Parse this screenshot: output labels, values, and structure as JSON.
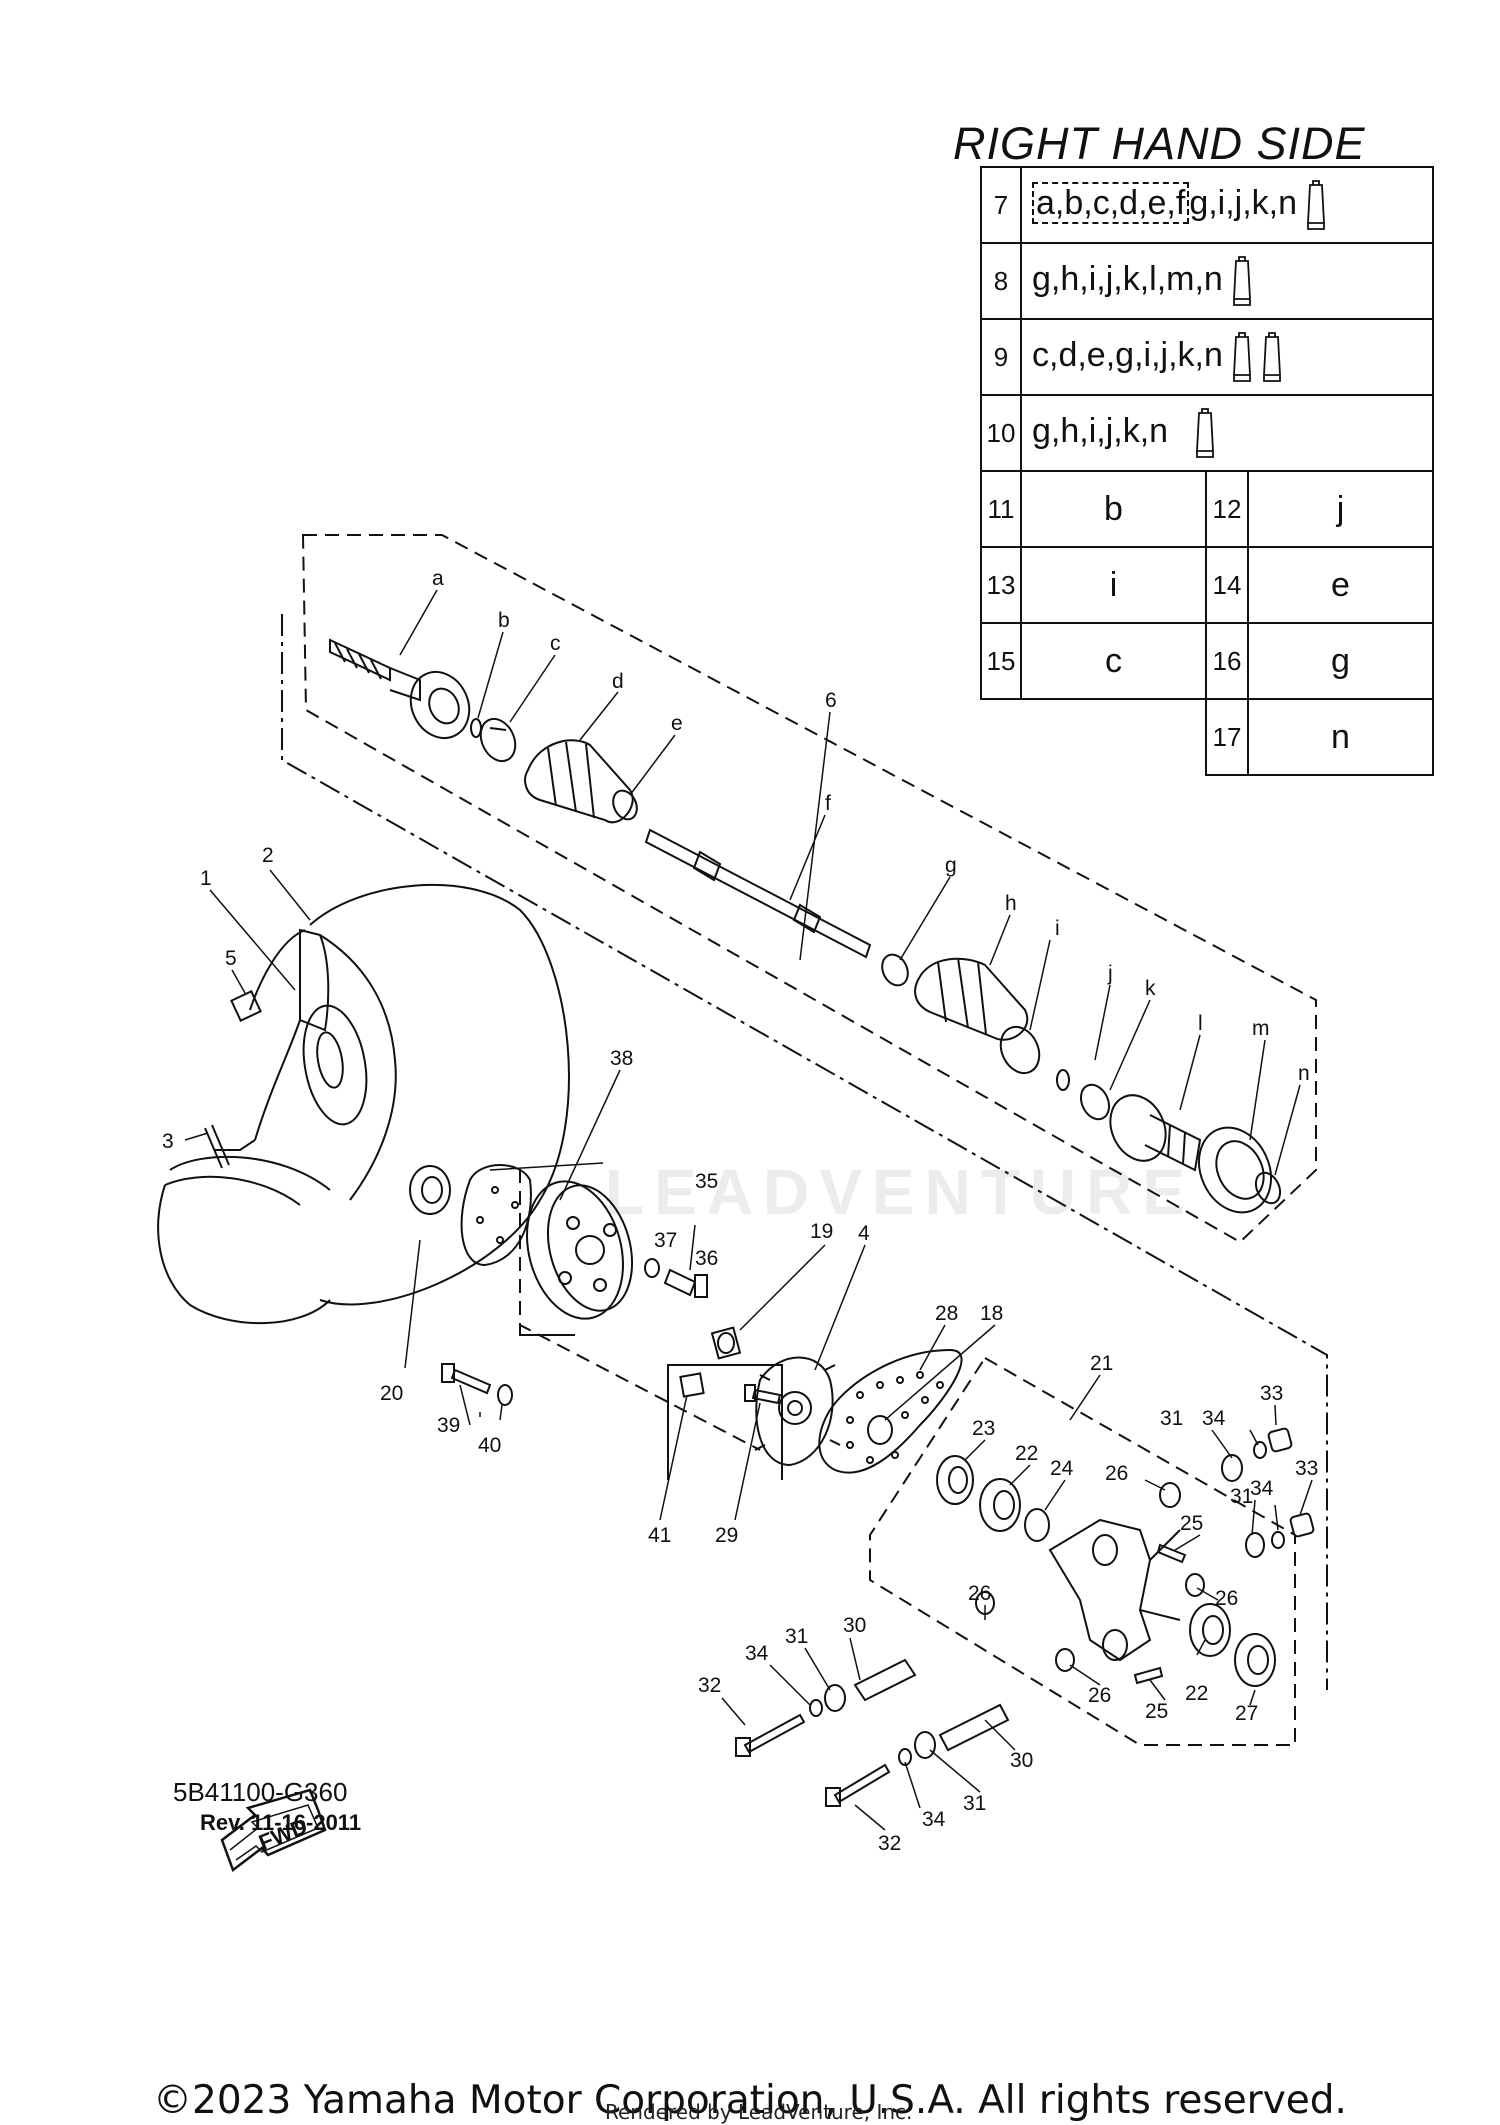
{
  "table": {
    "title": "RIGHT HAND SIDE",
    "rows": [
      {
        "num": "7",
        "pre": "a,b,c,d,e,f",
        "post": "g,i,j,k,n",
        "tubes": 1
      },
      {
        "num": "8",
        "codes": "g,h,i,j,k,l,m,n",
        "tubes": 1
      },
      {
        "num": "9",
        "codes": "c,d,e,g,i,j,k,n",
        "tubes": 2
      },
      {
        "num": "10",
        "codes": "g,h,i,j,k,n",
        "tubes": 1
      }
    ],
    "pairs": [
      {
        "n1": "11",
        "v1": "b",
        "n2": "12",
        "v2": "j"
      },
      {
        "n1": "13",
        "v1": "i",
        "n2": "14",
        "v2": "e"
      },
      {
        "n1": "15",
        "v1": "c",
        "n2": "16",
        "v2": "g"
      },
      {
        "n1": "",
        "v1": "",
        "n2": "17",
        "v2": "n"
      }
    ]
  },
  "diagram": {
    "fwd": "FWD",
    "ref_code": "5B41100-G360",
    "rev": "Rev.  11-16-2011",
    "watermark": "LEADVENTURE"
  },
  "callouts": {
    "a": "a",
    "b": "b",
    "c": "c",
    "d": "d",
    "e": "e",
    "f": "f",
    "g": "g",
    "h": "h",
    "i": "i",
    "j": "j",
    "k": "k",
    "l": "l",
    "m": "m",
    "n": "n",
    "n1": "1",
    "n2": "2",
    "n3": "3",
    "n4": "4",
    "n5": "5",
    "n6": "6",
    "n18": "18",
    "n19": "19",
    "n20": "20",
    "n21": "21",
    "n22a": "22",
    "n22b": "22",
    "n23": "23",
    "n24": "24",
    "n25a": "25",
    "n25b": "25",
    "n26a": "26",
    "n26b": "26",
    "n26c": "26",
    "n26d": "26",
    "n27": "27",
    "n28": "28",
    "n29": "29",
    "n30a": "30",
    "n30b": "30",
    "n31a": "31",
    "n31b": "31",
    "n31c": "31",
    "n31d": "31",
    "n32a": "32",
    "n32b": "32",
    "n33a": "33",
    "n33b": "33",
    "n34a": "34",
    "n34b": "34",
    "n34c": "34",
    "n34d": "34",
    "n35": "35",
    "n36": "36",
    "n37": "37",
    "n38": "38",
    "n39": "39",
    "n40": "40",
    "n41": "41"
  },
  "footer": {
    "copyright": "©2023 Yamaha Motor Corporation, U.S.A. All rights reserved.",
    "rendered": "Rendered by LeadVenture, Inc."
  }
}
